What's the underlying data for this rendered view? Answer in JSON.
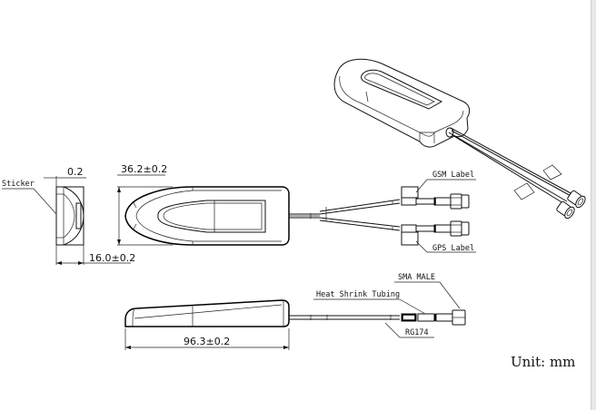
{
  "drawing": {
    "title": "GSM/GPS combo antenna dimensional drawing",
    "colors": {
      "line": "#111111",
      "background": "#ffffff",
      "edge": "#e8e8e8"
    }
  },
  "side_view": {
    "sticker_label": "Sticker",
    "thickness_dim": "0.2",
    "depth_dim": "16.0±0.2"
  },
  "top_view": {
    "width_dim": "36.2±0.2",
    "gsm_label": "GSM Label",
    "gps_label": "GPS Label"
  },
  "front_view": {
    "length_dim": "96.3±0.2",
    "heat_shrink_label": "Heat Shrink Tubing",
    "connector_label": "SMA MALE",
    "cable_label": "RG174"
  },
  "unit_note": "Unit: mm"
}
